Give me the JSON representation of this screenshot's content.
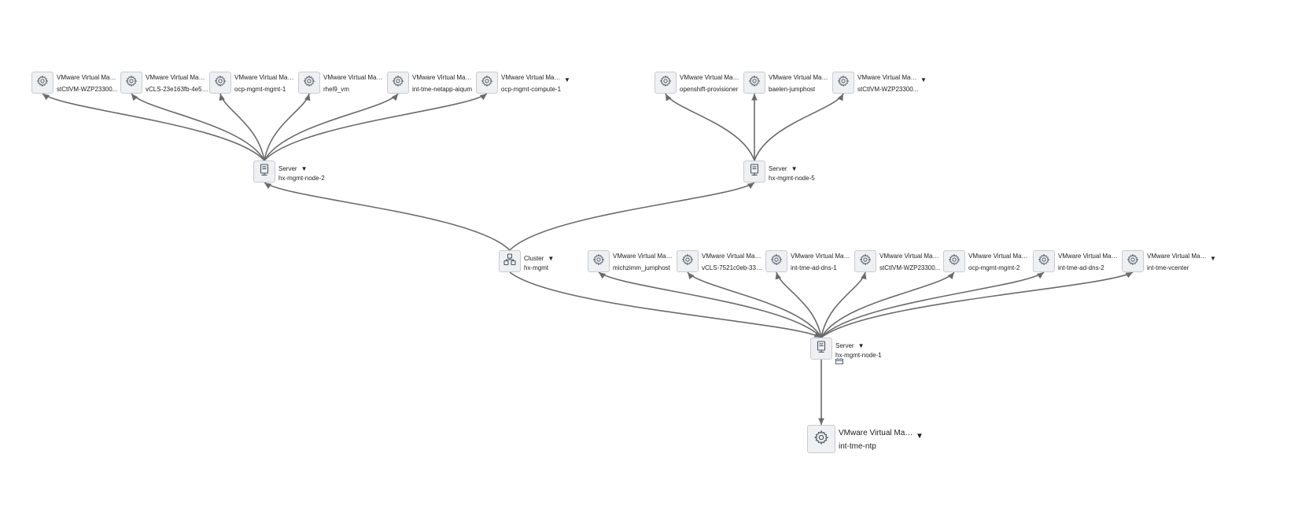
{
  "colors": {
    "edge": "#6b6b6b",
    "node_bg": "#eef0f2",
    "node_border": "#c8ccd1",
    "icon": "#4a5563"
  },
  "icons": {
    "cluster": "cluster-icon",
    "server": "server-icon",
    "vm": "gear-icon",
    "calendar": "calendar-icon"
  },
  "caret": "▼",
  "nodes": {
    "cluster": {
      "type": "Cluster",
      "name": "hx-mgmt"
    },
    "server_node2": {
      "type": "Server",
      "name": "hx-mgmt-node-2"
    },
    "server_node5": {
      "type": "Server",
      "name": "hx-mgmt-node-5"
    },
    "server_node1": {
      "type": "Server",
      "name": "hx-mgmt-node-1"
    },
    "vm_n2_1": {
      "type": "VMware Virtual Mach...",
      "name": "stCtlVM-WZP23300..."
    },
    "vm_n2_2": {
      "type": "VMware Virtual Mach...",
      "name": "vCLS-23e163fb-4e5f..."
    },
    "vm_n2_3": {
      "type": "VMware Virtual Mach...",
      "name": "ocp-mgmt-mgmt-1"
    },
    "vm_n2_4": {
      "type": "VMware Virtual Mach...",
      "name": "rhel9_vm"
    },
    "vm_n2_5": {
      "type": "VMware Virtual Mach...",
      "name": "int-tme-netapp-aiqum"
    },
    "vm_n2_6": {
      "type": "VMware Virtual Mach...",
      "name": "ocp-mgmt-compute-1"
    },
    "vm_n5_1": {
      "type": "VMware Virtual Mach...",
      "name": "openshift-provisioner"
    },
    "vm_n5_2": {
      "type": "VMware Virtual Mach...",
      "name": "baelen-jumphost"
    },
    "vm_n5_3": {
      "type": "VMware Virtual Mach...",
      "name": "stCtlVM-WZP23300..."
    },
    "vm_n1_1": {
      "type": "VMware Virtual Mach...",
      "name": "michzimm_jumphost"
    },
    "vm_n1_2": {
      "type": "VMware Virtual Mach...",
      "name": "vCLS-7521c0eb-338..."
    },
    "vm_n1_3": {
      "type": "VMware Virtual Mach...",
      "name": "int-tme-ad-dns-1"
    },
    "vm_n1_4": {
      "type": "VMware Virtual Mach...",
      "name": "stCtlVM-WZP23300..."
    },
    "vm_n1_5": {
      "type": "VMware Virtual Mach...",
      "name": "ocp-mgmt-mgmt-2"
    },
    "vm_n1_6": {
      "type": "VMware Virtual Mach...",
      "name": "int-tme-ad-dns-2"
    },
    "vm_n1_7": {
      "type": "VMware Virtual Mach...",
      "name": "int-tme-vcenter"
    },
    "vm_ntp": {
      "type": "VMware Virtual Mach...",
      "name": "int-tme-ntp"
    }
  },
  "edges": [
    [
      "cluster",
      "server_node2"
    ],
    [
      "cluster",
      "server_node5"
    ],
    [
      "cluster",
      "server_node1"
    ],
    [
      "server_node2",
      "vm_n2_1"
    ],
    [
      "server_node2",
      "vm_n2_2"
    ],
    [
      "server_node2",
      "vm_n2_3"
    ],
    [
      "server_node2",
      "vm_n2_4"
    ],
    [
      "server_node2",
      "vm_n2_5"
    ],
    [
      "server_node2",
      "vm_n2_6"
    ],
    [
      "server_node5",
      "vm_n5_1"
    ],
    [
      "server_node5",
      "vm_n5_2"
    ],
    [
      "server_node5",
      "vm_n5_3"
    ],
    [
      "server_node1",
      "vm_n1_1"
    ],
    [
      "server_node1",
      "vm_n1_2"
    ],
    [
      "server_node1",
      "vm_n1_3"
    ],
    [
      "server_node1",
      "vm_n1_4"
    ],
    [
      "server_node1",
      "vm_n1_5"
    ],
    [
      "server_node1",
      "vm_n1_6"
    ],
    [
      "server_node1",
      "vm_n1_7"
    ],
    [
      "server_node1",
      "vm_ntp"
    ]
  ]
}
